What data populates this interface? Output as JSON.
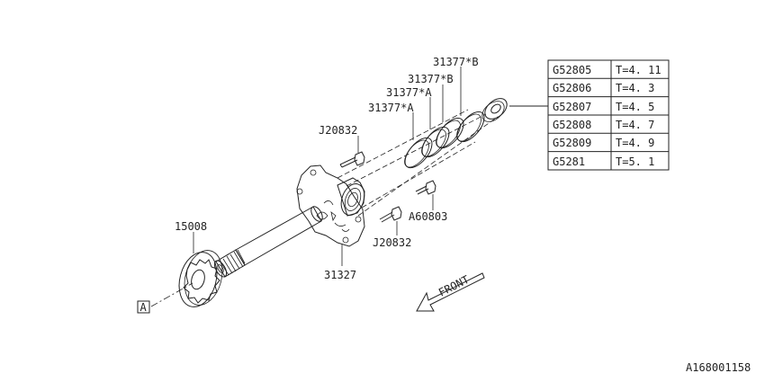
{
  "labels": {
    "ring_b_top": "31377*B",
    "ring_b": "31377*B",
    "ring_a": "31377*A",
    "ring_a_lower": "31377*A",
    "bolt_upper": "J20832",
    "bolt_lower": "J20832",
    "bolt_right": "A60803",
    "rotor": "15008",
    "shaft_housing": "31327",
    "ref_marker": "A",
    "front": "FRONT",
    "diagram_id": "A168001158"
  },
  "washer_table": {
    "rows": [
      {
        "part": "G52805",
        "thickness": "T=4. 11"
      },
      {
        "part": "G52806",
        "thickness": "T=4. 3"
      },
      {
        "part": "G52807",
        "thickness": "T=4. 5"
      },
      {
        "part": "G52808",
        "thickness": "T=4. 7"
      },
      {
        "part": "G52809",
        "thickness": "T=4. 9"
      },
      {
        "part": "G5281",
        "thickness": "T=5. 1"
      }
    ]
  }
}
